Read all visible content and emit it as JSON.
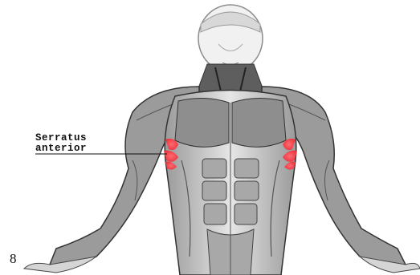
{
  "figure": {
    "label": {
      "line1": "Serratus",
      "line2": "anterior"
    },
    "highlight_color": "#e8303a",
    "page_number": "8"
  }
}
